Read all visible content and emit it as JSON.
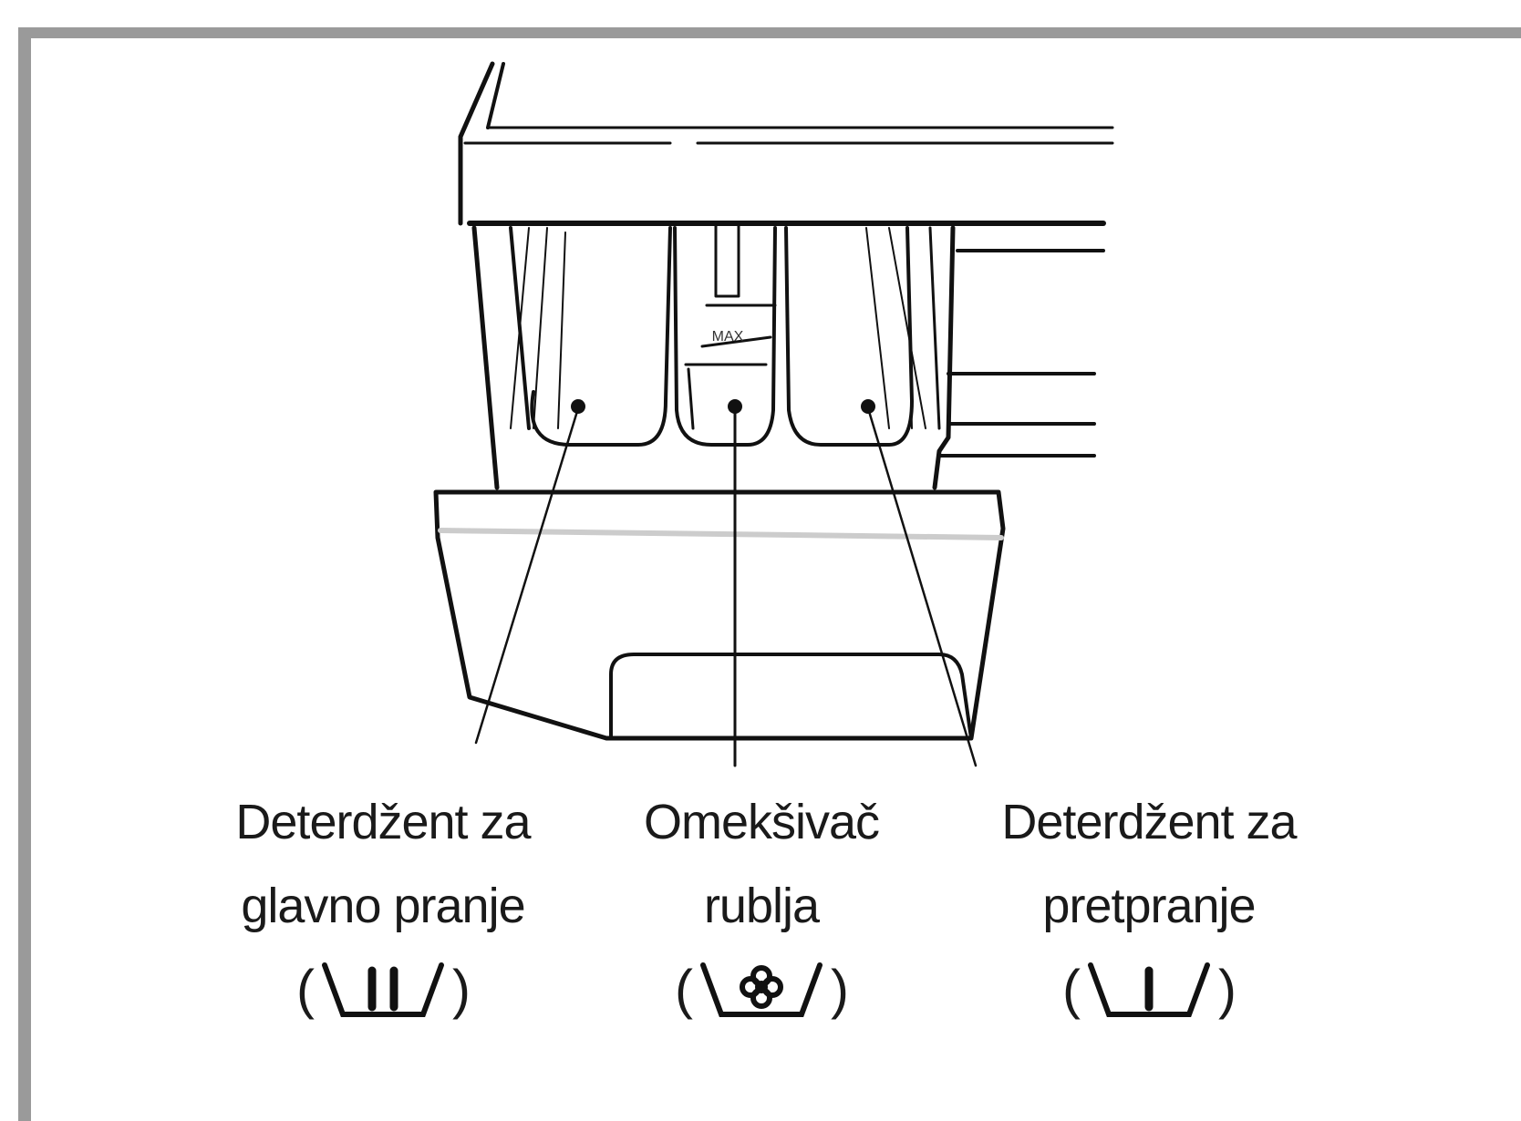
{
  "compartments": [
    {
      "id": "main-wash",
      "line1": "Deterdžent za",
      "line2": "glavno pranje",
      "paren_open": "(",
      "paren_close": ")",
      "symbol": "basin-II-icon"
    },
    {
      "id": "softener",
      "line1": "Omekšivač",
      "line2": "rublja",
      "paren_open": "(",
      "paren_close": ")",
      "symbol": "basin-flower-icon"
    },
    {
      "id": "prewash",
      "line1": "Deterdžent za",
      "line2": "pretpranje",
      "paren_open": "(",
      "paren_close": ")",
      "symbol": "basin-I-icon"
    }
  ],
  "drawing": {
    "stroke_color": "#111111",
    "frame_color": "#9a9a9a",
    "max_marker": "MAX"
  }
}
